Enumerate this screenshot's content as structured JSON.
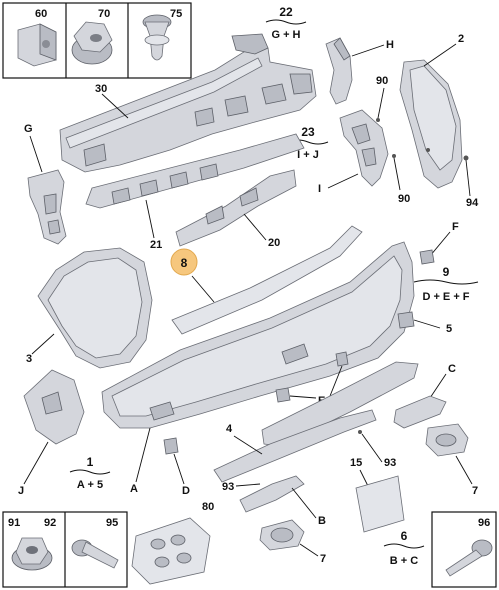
{
  "callouts": {
    "p60": "60",
    "p70": "70",
    "p75": "75",
    "p22": "22",
    "g22": "G + H",
    "p30": "30",
    "pH": "H",
    "p2": "2",
    "p90a": "90",
    "pG": "G",
    "p23": "23",
    "g23": "I + J",
    "pI": "I",
    "p90b": "90",
    "p94": "94",
    "p21": "21",
    "p20": "20",
    "p8": "8",
    "pF": "F",
    "p9": "9",
    "g9": "D + E + F",
    "p5": "5",
    "p3": "3",
    "pC": "C",
    "pE": "E",
    "p4": "4",
    "p93a": "93",
    "p15": "15",
    "p7a": "7",
    "pJ": "J",
    "p1": "1",
    "g1": "A + 5",
    "pA": "A",
    "pD": "D",
    "p93b": "93",
    "pB": "B",
    "p80": "80",
    "p7b": "7",
    "p6": "6",
    "g6": "B + C",
    "p91": "91",
    "p92": "92",
    "p95": "95",
    "p96": "96"
  },
  "colors": {
    "highlight": "#f6c77e",
    "part_fill": "#d4d6dc",
    "outline": "#6b6e76"
  }
}
